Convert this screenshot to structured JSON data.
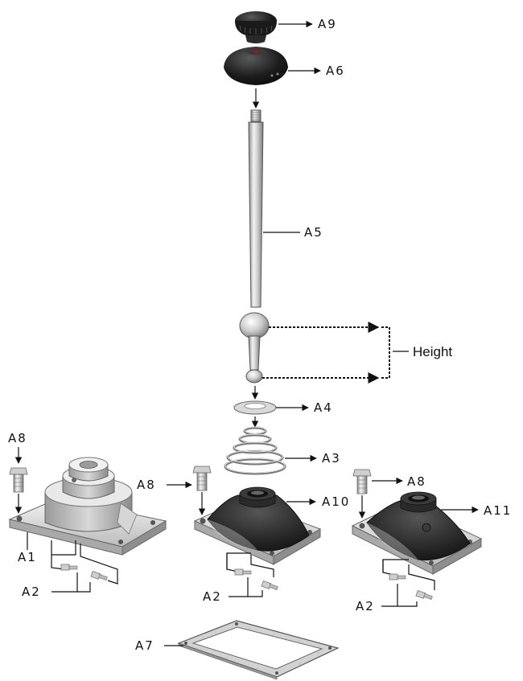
{
  "labels": {
    "a1": "A1",
    "a2_left": "A2",
    "a2_mid": "A2",
    "a2_right": "A2",
    "a3": "A3",
    "a4": "A4",
    "a5": "A5",
    "a6": "A6",
    "a7": "A7",
    "a8_left": "A8",
    "a8_mid": "A8",
    "a8_right": "A8",
    "a9": "A9",
    "a10": "A10",
    "a11": "A11",
    "height": "Height"
  },
  "colors": {
    "metal_light": "#e6e6e6",
    "metal_mid": "#b9b9b9",
    "metal_dark": "#7d7d7d",
    "rubber": "#2a2a2a",
    "rubber_light": "#4a4a4a",
    "knob": "#1e1e1e"
  }
}
